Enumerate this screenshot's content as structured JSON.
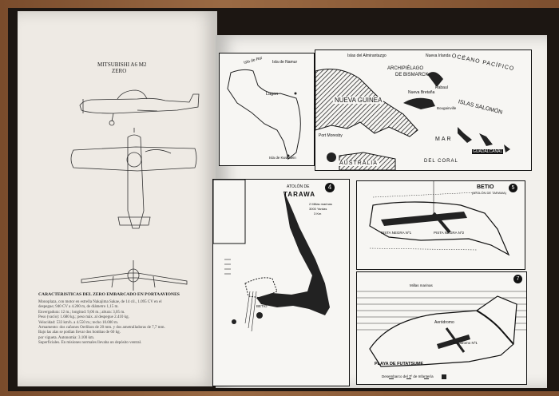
{
  "left_page": {
    "title_line1": "MITSUBISHI A6 M2",
    "title_line2": "ZERO",
    "caption_heading": "CARACTERISTICAS DEL ZERO EMBARCADO EN PORTAAVIONES",
    "caption_lines": [
      "Monoplaza, con motor en estrella Nakajima Sakae, de 14 cil., 1.095 CV en el",
      "despegue; 940 CV a 4.200 m, de diámetro 1,15 m.",
      "Envergadura: 12 m.; longitud: 9,06 m.; altura: 3,05 m.",
      "Peso (vacío): 1.680 kg.; peso máx. al despegue 2.410 kg.",
      "Velocidad: 533 km/h. a 4.550 m.; techo 10.000 m.",
      "Armamento: dos cañones Oerlikon de 20 mm. y dos ametralladoras de 7,7 mm.",
      "Bajo las alas se podían llevar dos bombas de 60 kg.",
      "por vigueta. Autonomía: 3.100 km.",
      "Superficiales. En misiones normales llevaba un depósito ventral."
    ]
  },
  "map1": {
    "labels": [
      "Isla de Roi",
      "Isla de Namur",
      "Lagon",
      "Isla de Kwajalein"
    ]
  },
  "map2": {
    "labels": [
      "Islas del Almirantazgo",
      "Nueva Irlanda",
      "ARCHIPIÉLAGO",
      "DE BISMARCK",
      "OCÉANO PACÍFICO",
      "NUEVA GUINEA",
      "Nueva Bretaña",
      "Rabaul",
      "ISLAS SALOMÓN",
      "Bougainville",
      "Port Moresby",
      "MAR",
      "DEL CORAL",
      "GUADALCANAL",
      "AUSTRALIA"
    ]
  },
  "map3": {
    "number": "4",
    "title_line1": "ATOLÓN DE",
    "title_line2": "TARAWA",
    "scale_labels": [
      "2 Millas marinas",
      "3000 Yardas",
      "3 Km"
    ],
    "labels": [
      "BETIO"
    ]
  },
  "map4": {
    "title": "BETIO",
    "subtitle": "(ATOLÓN DE TARAWA)",
    "number": "5",
    "labels": [
      "PISTA NEGRA Nº1",
      "PISTA NEGRA Nº2"
    ]
  },
  "map5": {
    "number": "7",
    "labels": [
      "Millas marinas",
      "Aeródromo",
      "Aeródromo Nº1",
      "PLAYA DE FUTATSUME",
      "Desembarco del 3º de Infantería"
    ]
  }
}
